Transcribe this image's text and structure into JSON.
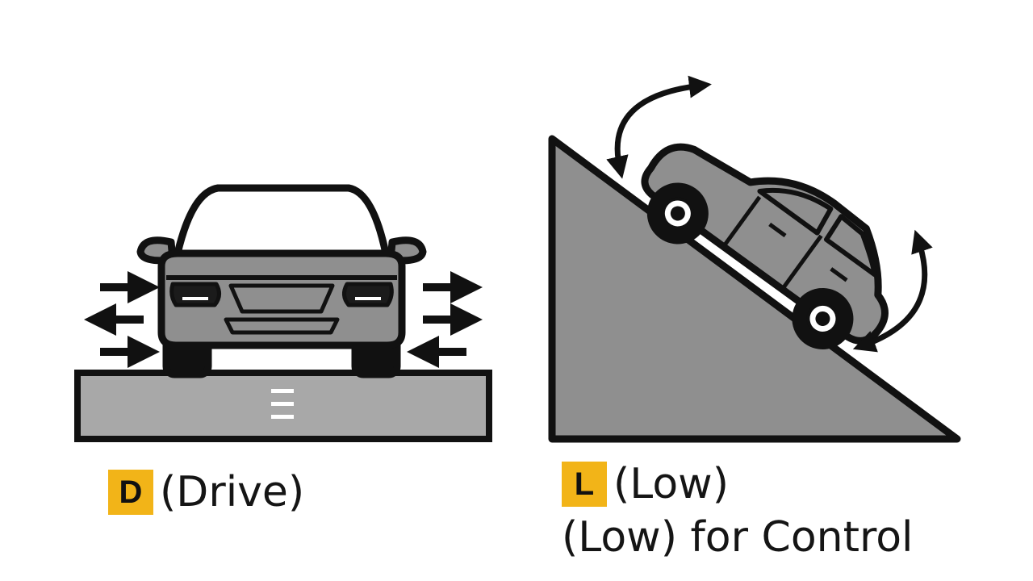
{
  "colors": {
    "badge": "#f2b418",
    "fill_gray": "#8f8f8f",
    "road_gray": "#a8a8a8",
    "outline": "#111111"
  },
  "drive": {
    "gear": "D",
    "label": "(Drive)"
  },
  "low": {
    "gear": "L",
    "label": "(Low)",
    "subtitle": "(Low) for Control"
  }
}
